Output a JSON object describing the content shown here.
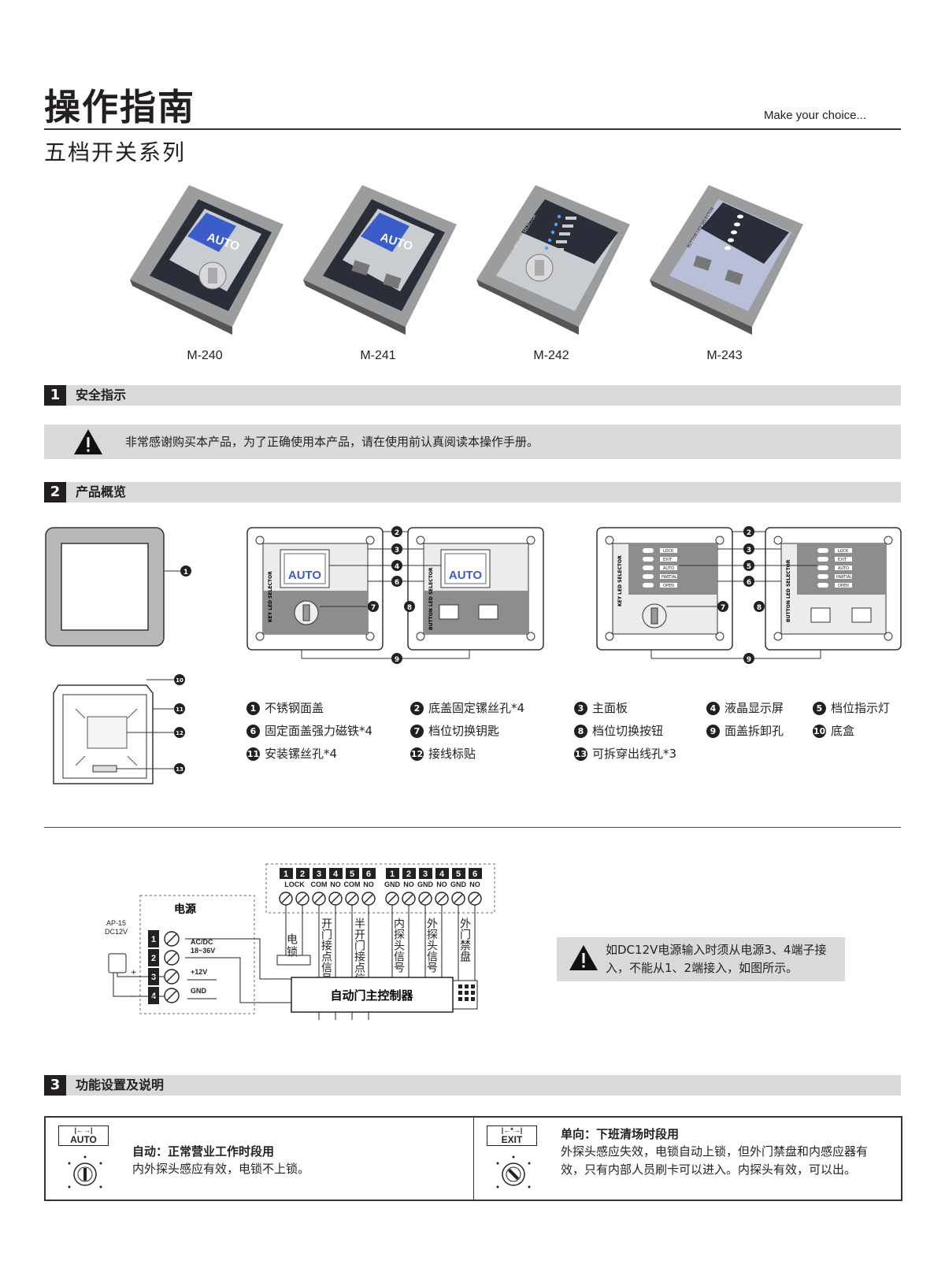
{
  "header": {
    "title": "操作指南",
    "tagline": "Make your choice...",
    "subtitle": "五档开关系列"
  },
  "products": [
    {
      "model": "M-240",
      "display": "AUTO",
      "side_label": "KEY LED SELECTOR"
    },
    {
      "model": "M-241",
      "display": "AUTO",
      "side_label": "BUTTON LED SELECTOR"
    },
    {
      "model": "M-242",
      "side_label": "KEY LED SELECTOR"
    },
    {
      "model": "M-243",
      "side_label": "BUTTON LED SELECTOR"
    }
  ],
  "sections": [
    {
      "num": "1",
      "title": "安全指示"
    },
    {
      "num": "2",
      "title": "产品概览"
    },
    {
      "num": "3",
      "title": "功能设置及说明"
    }
  ],
  "safety": {
    "notice": "非常感谢购买本产品，为了正确使用本产品，请在使用前认真阅读本操作手册。"
  },
  "overview": {
    "diagram_display": "AUTO",
    "key_label": "KEY LED SELECTOR",
    "button_label": "BUTTON LED SELECTOR",
    "mode_labels": [
      "LOCK",
      "EXIT",
      "AUTO",
      "PARTIAL",
      "OPEN"
    ],
    "legend": [
      {
        "n": "1",
        "label": "不锈钢面盖"
      },
      {
        "n": "2",
        "label": "底盖固定镙丝孔*4"
      },
      {
        "n": "3",
        "label": "主面板"
      },
      {
        "n": "4",
        "label": "液晶显示屏"
      },
      {
        "n": "5",
        "label": "档位指示灯"
      },
      {
        "n": "6",
        "label": "固定面盖强力磁铁*4"
      },
      {
        "n": "7",
        "label": "档位切换钥匙"
      },
      {
        "n": "8",
        "label": "档位切换按钮"
      },
      {
        "n": "9",
        "label": "面盖拆卸孔"
      },
      {
        "n": "10",
        "label": "底盒"
      },
      {
        "n": "11",
        "label": "安装镙丝孔*4"
      },
      {
        "n": "12",
        "label": "接线标贴"
      },
      {
        "n": "13",
        "label": "可拆穿出线孔*3"
      }
    ]
  },
  "wiring": {
    "terminals_left": [
      "1",
      "2",
      "3",
      "4",
      "5",
      "6"
    ],
    "terminals_right": [
      "1",
      "2",
      "3",
      "4",
      "5",
      "6"
    ],
    "labels_left": [
      "LOCK",
      "COM",
      "NO",
      "COM",
      "NO"
    ],
    "labels_right": [
      "GND",
      "NO",
      "GND",
      "NO",
      "GND",
      "NO"
    ],
    "signals": [
      "电锁",
      "开门接点信号",
      "半开门接点信号",
      "内探头信号",
      "外探头信号",
      "外门禁盘"
    ],
    "power_title": "电源",
    "adapter": [
      "AP-15",
      "DC12V"
    ],
    "power_terminals": [
      "1",
      "2",
      "3",
      "4"
    ],
    "power_labels": [
      "AC/DC",
      "18~36V",
      "+12V",
      "GND"
    ],
    "controller": "自动门主控制器",
    "note": "如DC12V电源输入时须从电源3、4端子接入，不能从1、2端接入，如图所示。"
  },
  "functions": [
    {
      "mode": "AUTO",
      "title": "自动：正常营业工作时段用",
      "desc": "内外探头感应有效，电锁不上锁。"
    },
    {
      "mode": "EXIT",
      "title": "单向：下班清场时段用",
      "desc": "外探头感应失效，电锁自动上锁，但外门禁盘和内感应器有效，只有内部人员刷卡可以进入。内探头有效，可以出。"
    }
  ]
}
